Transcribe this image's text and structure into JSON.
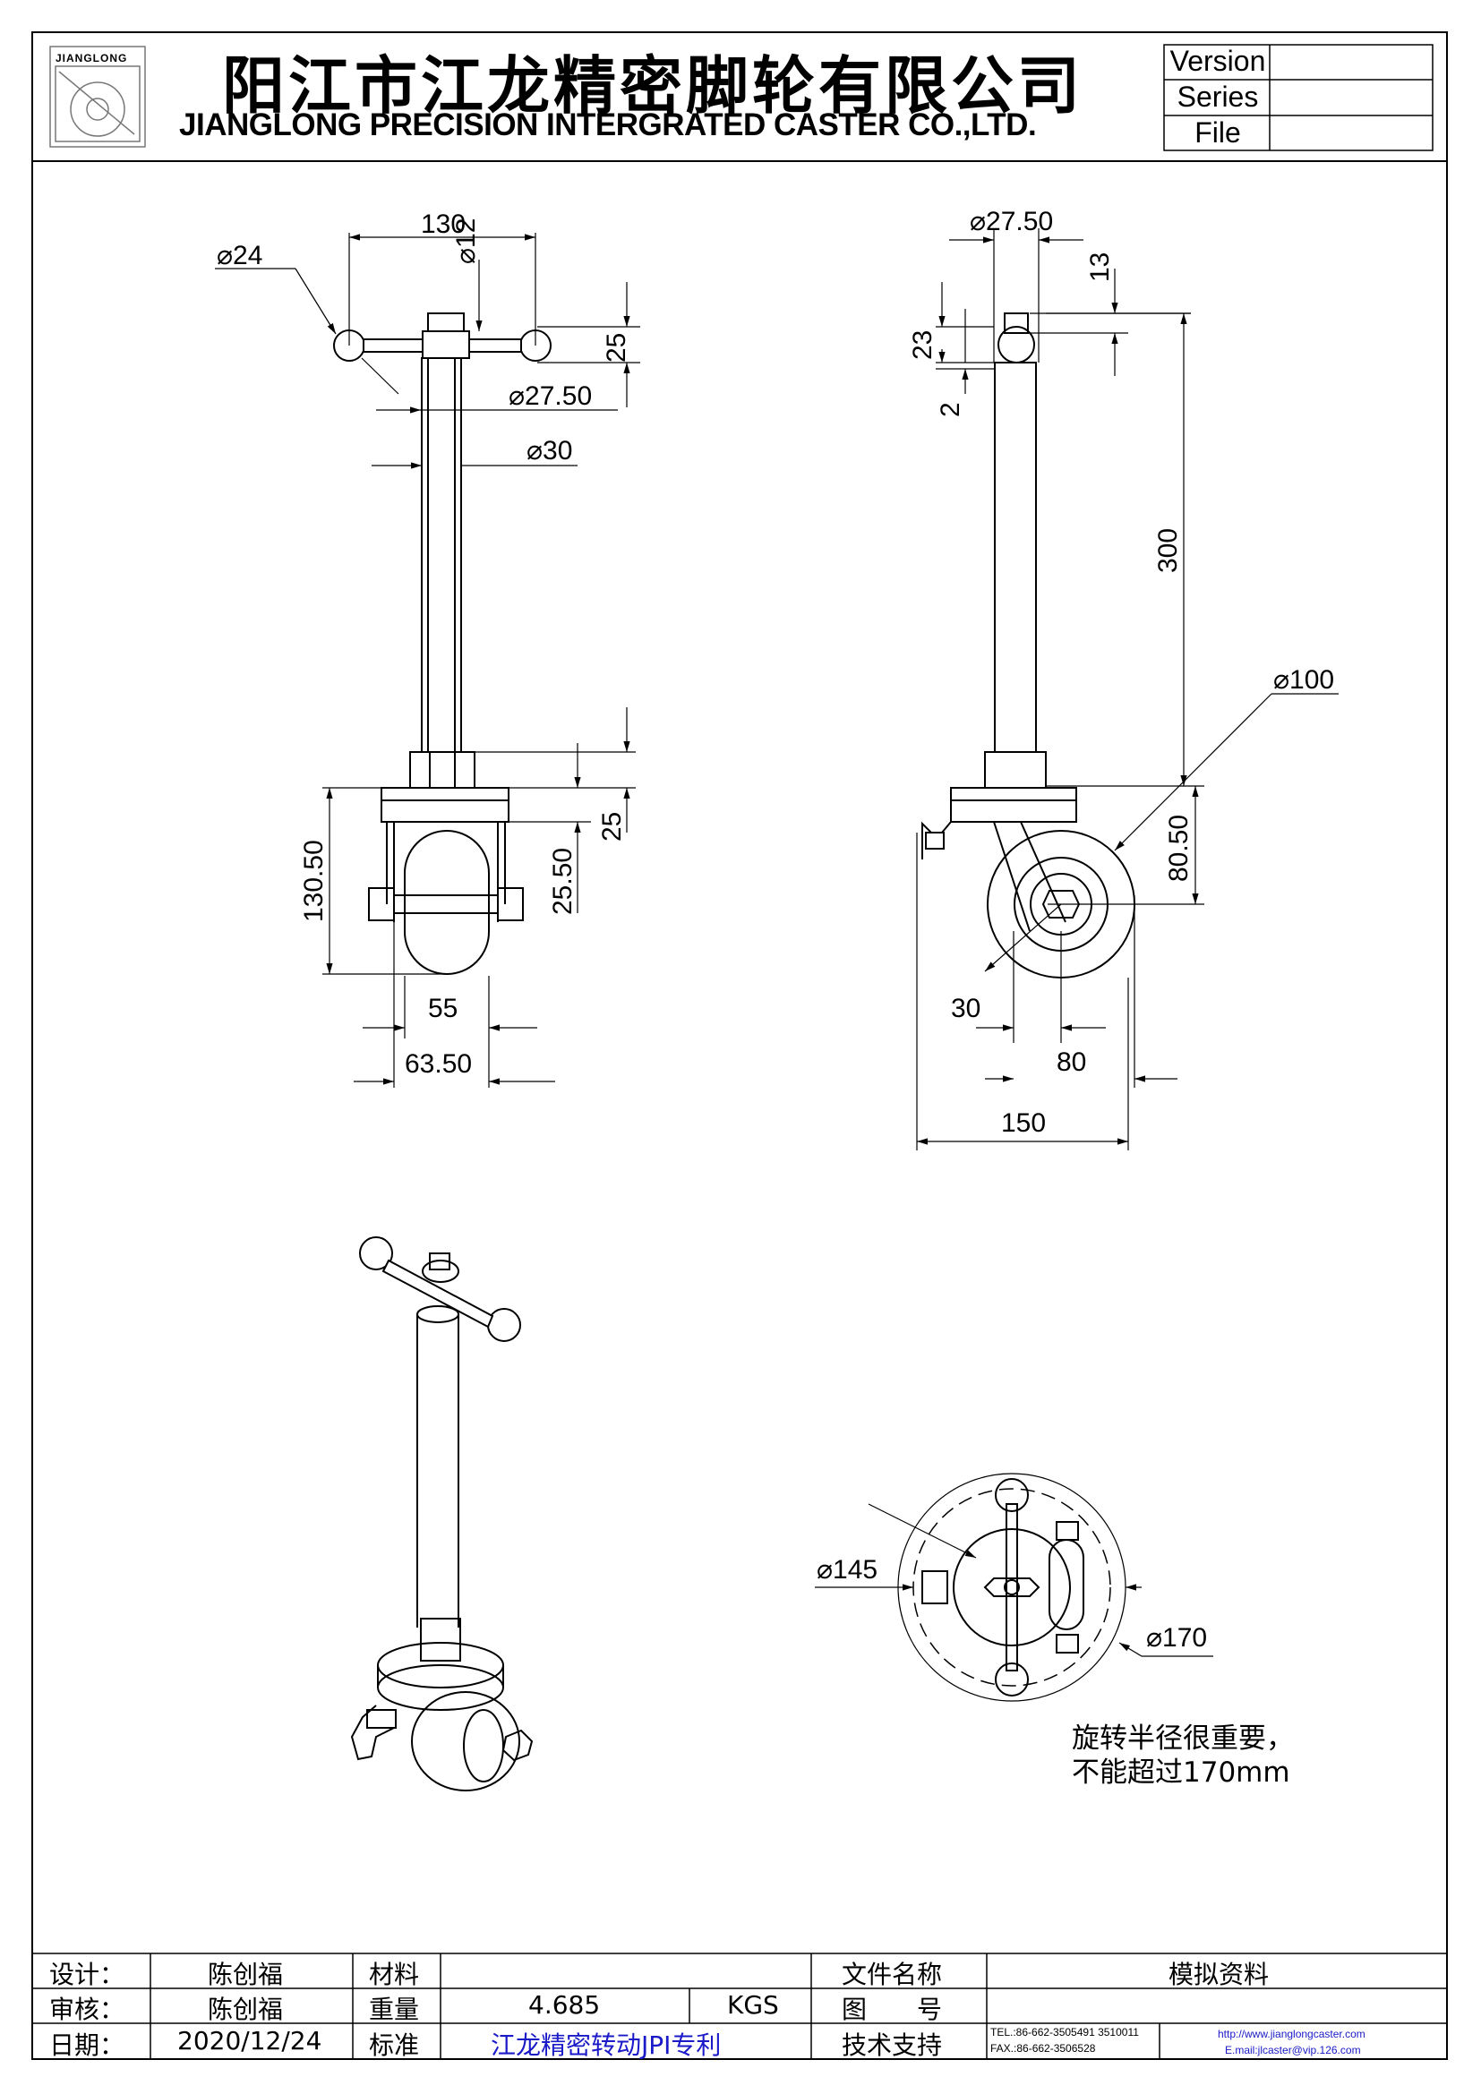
{
  "header": {
    "logo_text": "JIANGLONG",
    "title_cn": "阳江市江龙精密脚轮有限公司",
    "title_en": "JIANGLONG PRECISION INTERGRATED CASTER CO.,LTD.",
    "meta_labels": [
      "Version",
      "Series",
      "File"
    ]
  },
  "front_view_dims": {
    "d_130": "130",
    "d_phi24": "⌀24",
    "d_phi12": "⌀12",
    "d_25a": "25",
    "d_phi27_5": "⌀27.50",
    "d_phi30": "⌀30",
    "d_25b": "25",
    "d_130_5": "130.50",
    "d_25_5": "25.50",
    "d_55": "55",
    "d_63_5": "63.50"
  },
  "side_view_dims": {
    "d_phi27_5": "⌀27.50",
    "d_13": "13",
    "d_23": "23",
    "d_2": "2",
    "d_300": "300",
    "d_phi100": "⌀100",
    "d_80_5": "80.50",
    "d_30": "30",
    "d_80": "80",
    "d_150": "150"
  },
  "top_view_dims": {
    "d_phi145": "⌀145",
    "d_phi170": "⌀170"
  },
  "note": {
    "line1": "旋转半径很重要，",
    "line2": "不能超过170mm"
  },
  "title_block": {
    "design_label": "设计：",
    "design_value": "陈创福",
    "review_label": "审核：",
    "review_value": "陈创福",
    "date_label": "日期：",
    "date_value": "2020/12/24",
    "material_label": "材料",
    "material_value": "",
    "weight_label": "重量",
    "weight_value": "4.685",
    "weight_unit": "KGS",
    "standard_label": "标准",
    "standard_value": "江龙精密转动JPI专利",
    "filename_label": "文件名称",
    "filename_value": "模拟资料",
    "drawing_label": "图　　号",
    "drawing_value": "",
    "support_label": "技术支持",
    "tel": "TEL.:86-662-3505491 3510011",
    "fax": "FAX.:86-662-3506528",
    "web": "http://www.jianglongcaster.com",
    "email": "E.mail:jlcaster@vip.126.com"
  }
}
